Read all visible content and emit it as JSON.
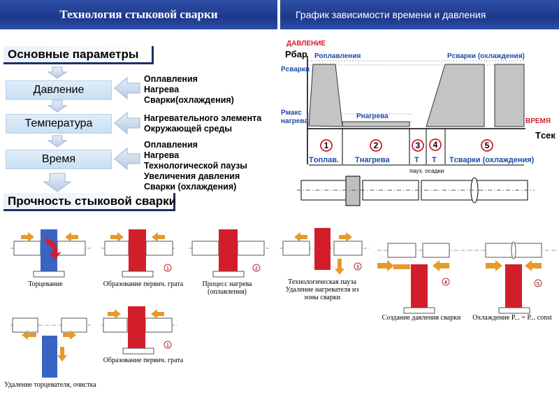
{
  "header_left": "Технология стыковой сварки",
  "header_right": "График зависимости времени и давления",
  "params_title": "Основные параметры",
  "strength_title": "Прочность стыковой сварки",
  "params": [
    {
      "label": "Давление",
      "items": [
        "Оплавления",
        "Нагрева",
        "Сварки(охлаждения)"
      ]
    },
    {
      "label": "Температура",
      "items": [
        "Нагревательного элемента",
        "Окружающей среды"
      ]
    },
    {
      "label": "Время",
      "items": [
        "Оплавления",
        "Нагрева",
        "Технологической паузы",
        "Увеличения давления",
        "Сварки (охлаждения)"
      ]
    }
  ],
  "graph": {
    "y_axis_word": "ДАВЛЕНИЕ",
    "x_axis_word": "ВРЕМЯ",
    "p_bar": "Рбар",
    "t_sec": "Tсек",
    "p_oplav": "Роплавления",
    "p_svarki_left": "Рсварки",
    "p_maks": "Рмакс",
    "p_nagreva_left": "нагрева",
    "p_nagreva": "Рнагрева",
    "p_svarki_ohl": "Рсварки (охлаждения)",
    "phases": [
      "1",
      "2",
      "3",
      "4",
      "5"
    ],
    "t_labels": [
      "Tоплав.",
      "Tнагрева",
      "T",
      "T",
      "Tсварки (охлаждения)"
    ],
    "t_sub": "пауз. осадки"
  },
  "steps": {
    "a": "Торцевание",
    "b": "Образование первич. грата",
    "b_num": "1",
    "c": "Процесс нагрева (оплавления)",
    "c_num": "2",
    "d": "Технологическая пауза Удаление нагревателя из зоны сварки",
    "d_num": "3",
    "e": "Создание давления сварки",
    "e_num": "4",
    "f": "Охлаждение Р... = Р... const",
    "f_num": "5",
    "g": "Удаление торцевателя, очистка",
    "h": "Образование первич. грата",
    "h_num": "1"
  },
  "colors": {
    "header": "#1d3889",
    "heater": "#d21e2b",
    "facer": "#3a64c4",
    "arrow": "#e79a2c",
    "graph_fill": "#c4c4c4",
    "graph_label": "#1d4aa5",
    "axis_red": "#d21e2b"
  }
}
